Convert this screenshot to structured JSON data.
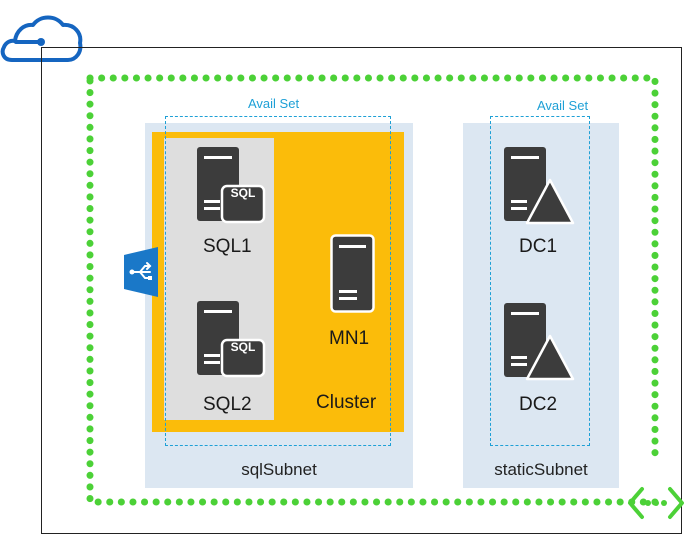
{
  "colors": {
    "accent_blue": "#1ea0d6",
    "cloud_blue": "#1565c0",
    "cluster_yellow": "#fbbc0a",
    "vnet_green": "#4cd137",
    "subnet_bg": "#dce7f2",
    "server_dark": "#3c3c3c"
  },
  "icons": {
    "cloud": "azure-cloud-icon",
    "load_balancer": "load-balancer-icon",
    "vnet": "virtual-network-icon",
    "sql_server": "sql-server-icon",
    "server": "server-icon",
    "domain_controller": "domain-controller-icon"
  },
  "sqlSubnet": {
    "label": "sqlSubnet",
    "avail_set_label": "Avail Set",
    "cluster_label": "Cluster",
    "nodes": {
      "sql1": "SQL1",
      "sql2": "SQL2",
      "mn1": "MN1"
    },
    "sql_badge": "SQL"
  },
  "staticSubnet": {
    "label": "staticSubnet",
    "avail_set_label": "Avail Set",
    "nodes": {
      "dc1": "DC1",
      "dc2": "DC2"
    }
  }
}
